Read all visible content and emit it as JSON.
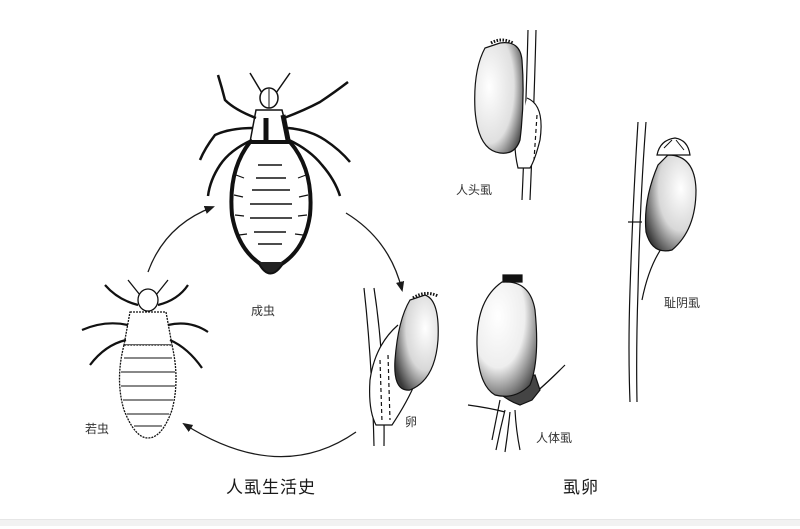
{
  "figure": {
    "left_panel": {
      "caption": "人虱生活史",
      "stages": [
        {
          "id": "adult",
          "label": "成虫"
        },
        {
          "id": "egg",
          "label": "卵"
        },
        {
          "id": "nymph",
          "label": "若虫"
        }
      ],
      "cycle_order": [
        "成虫",
        "卵",
        "若虫",
        "成虫"
      ]
    },
    "right_panel": {
      "caption": "虱卵",
      "eggs": [
        {
          "id": "head-louse-egg",
          "label": "人头虱"
        },
        {
          "id": "body-louse-egg",
          "label": "人体虱"
        },
        {
          "id": "pubic-louse-egg",
          "label": "耻阴虱"
        }
      ]
    }
  },
  "colors": {
    "ink": "#1a1a1a",
    "background": "#ffffff",
    "strip": "#f2f2f2"
  }
}
